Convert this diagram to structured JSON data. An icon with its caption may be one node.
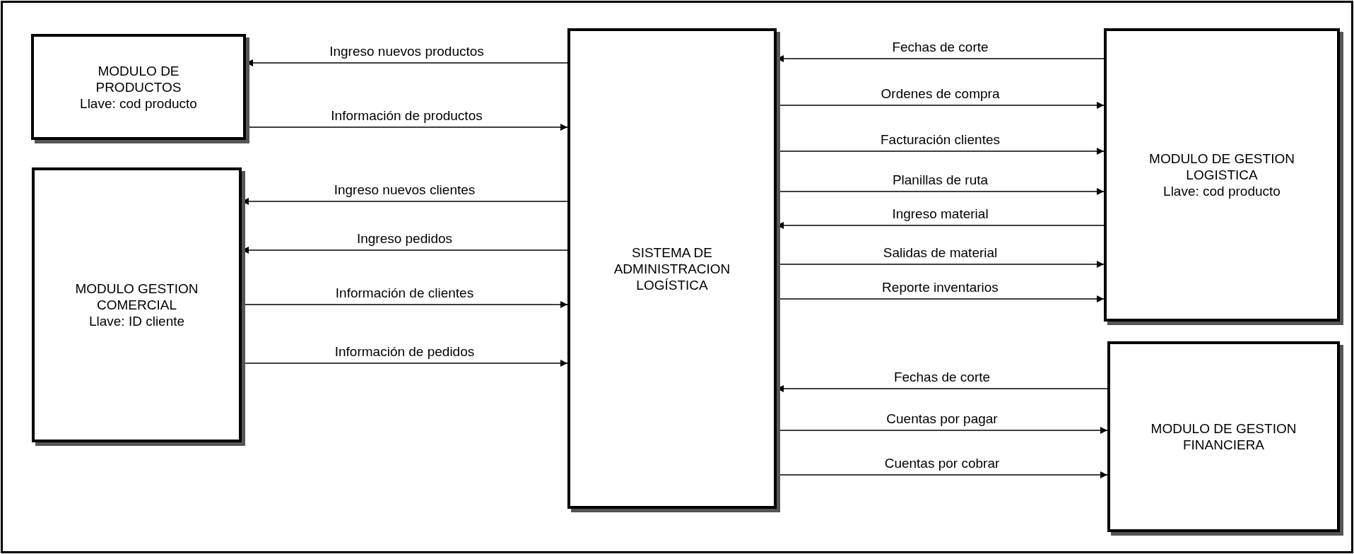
{
  "diagram": {
    "nodes": [
      {
        "text": [
          "MODULO DE PRODUCTOS",
          "Llave: cod producto"
        ]
      },
      {
        "text": [
          "MODULO GESTION COMERCIAL",
          "Llave: ID cliente"
        ]
      },
      {
        "text": [
          "SISTEMA DE ADMINISTRACION LOGÍSTICA"
        ]
      },
      {
        "text": [
          "MODULO DE GESTION LOGISTICA",
          "Llave: cod producto"
        ]
      },
      {
        "text": [
          "MODULO DE GESTION FINANCIERA"
        ]
      }
    ],
    "edges": [
      {
        "from": 2,
        "to": 0,
        "arrow": "to",
        "label": "Ingreso nuevos productos"
      },
      {
        "from": 0,
        "to": 2,
        "arrow": "to",
        "label": "Información de productos"
      },
      {
        "from": 2,
        "to": 1,
        "arrow": "to",
        "label": "Ingreso nuevos clientes"
      },
      {
        "from": 2,
        "to": 1,
        "arrow": "to",
        "label": "Ingreso pedidos"
      },
      {
        "from": 1,
        "to": 2,
        "arrow": "to",
        "label": "Información de clientes"
      },
      {
        "from": 1,
        "to": 2,
        "arrow": "to",
        "label": "Información de pedidos"
      },
      {
        "from": 3,
        "to": 2,
        "arrow": "to",
        "label": "Fechas de corte"
      },
      {
        "from": 2,
        "to": 3,
        "arrow": "to",
        "label": "Ordenes de compra"
      },
      {
        "from": 2,
        "to": 3,
        "arrow": "to",
        "label": "Facturación clientes"
      },
      {
        "from": 2,
        "to": 3,
        "arrow": "to",
        "label": "Planillas de ruta"
      },
      {
        "from": 3,
        "to": 2,
        "arrow": "to",
        "label": "Ingreso material"
      },
      {
        "from": 2,
        "to": 3,
        "arrow": "to",
        "label": "Salidas de material"
      },
      {
        "from": 2,
        "to": 3,
        "arrow": "to",
        "label": "Reporte inventarios"
      },
      {
        "from": 4,
        "to": 2,
        "arrow": "to",
        "label": "Fechas de corte"
      },
      {
        "from": 2,
        "to": 4,
        "arrow": "to",
        "label": "Cuentas por pagar"
      },
      {
        "from": 2,
        "to": 4,
        "arrow": "to",
        "label": "Cuentas por cobrar"
      }
    ]
  }
}
